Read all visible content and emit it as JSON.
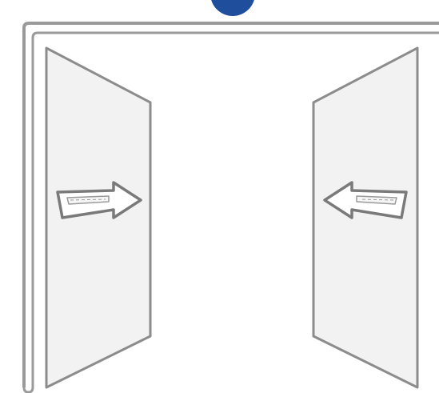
{
  "illustration": {
    "subject": "double-door-open-icon",
    "colors": {
      "frame_stroke": "#9a9a9a",
      "frame_fill": "#f0f0f0",
      "door_fill": "#f2f2f2",
      "door_stroke": "#8c8c8c",
      "arrow_stroke": "#7a7a7a",
      "badge": "#1f4e9c"
    },
    "doors": [
      {
        "side": "left",
        "arrow_direction": "right"
      },
      {
        "side": "right",
        "arrow_direction": "left"
      }
    ]
  }
}
